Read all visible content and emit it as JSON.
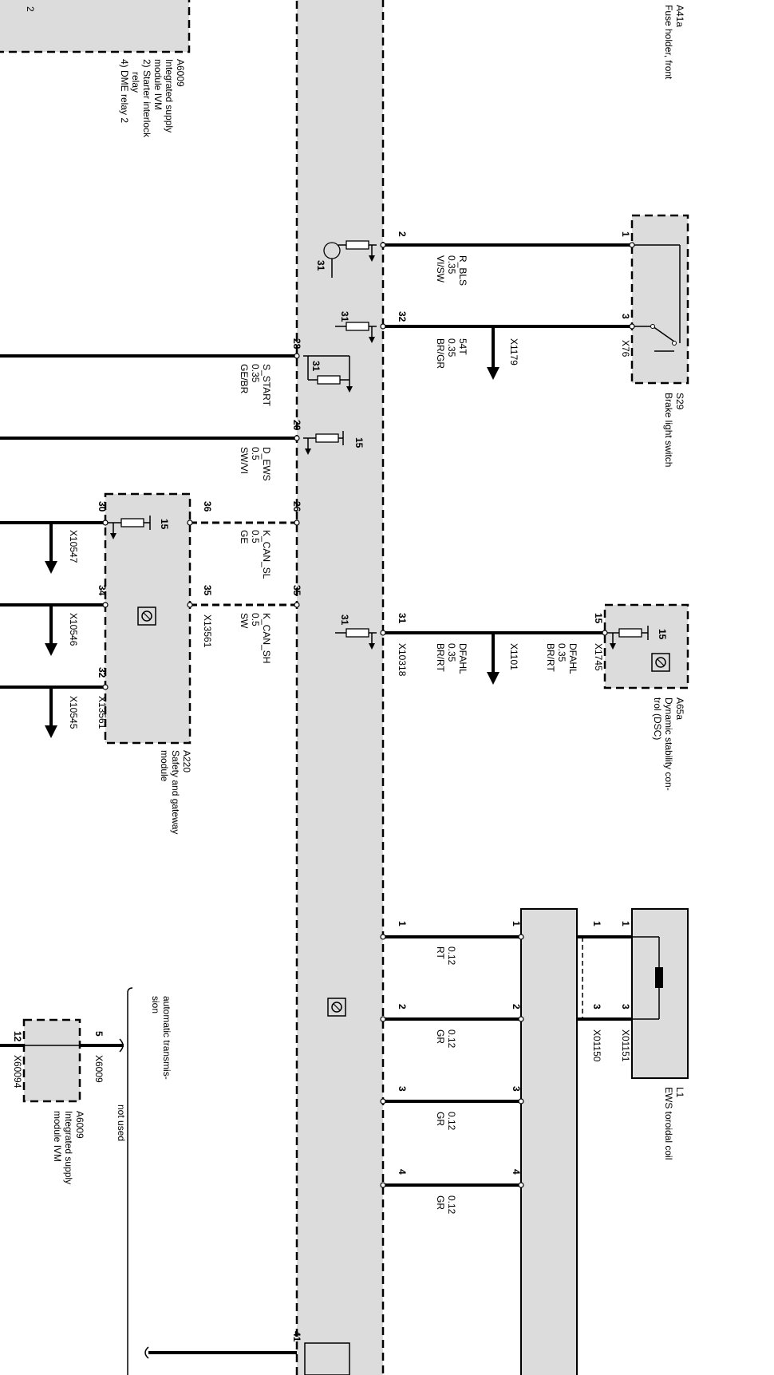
{
  "diagram": {
    "components": {
      "a41a": {
        "id": "A41a",
        "name": "Fuse holder, front"
      },
      "a6009_top": {
        "id": "A6009",
        "lines": [
          "Integrated supply",
          "module IVM",
          "2) Starter interlock",
          "relay",
          "4) DME relay 2"
        ],
        "marker": "2"
      },
      "s29": {
        "id": "S29",
        "name": "Brake light switch",
        "pin_top": "1",
        "pin_bottom": "3",
        "connector": "X76"
      },
      "a65a": {
        "id": "A65a",
        "lines": [
          "Dynamic stability con-",
          "trol (DSC)"
        ],
        "pin": "15",
        "connector": "X1745",
        "ref": "15"
      },
      "l1": {
        "id": "L1",
        "name": "EWS toroidal coil",
        "pin_a": "1",
        "pin_b": "3",
        "connector": "X01151"
      },
      "x01150": {
        "connector": "X01150",
        "pin_a": "1",
        "pin_b": "3"
      },
      "a220": {
        "id": "A220",
        "lines": [
          "Safety and gateway",
          "module"
        ],
        "pin_top": "36",
        "pin_bottom": "35",
        "connector": "X13561",
        "ref": "15"
      },
      "a6009_bottom": {
        "id": "A6009",
        "lines": [
          "Integrated supply",
          "module IVM"
        ],
        "pin_top": "5",
        "pin_bottom": "12",
        "connector_top": "X6009",
        "connector_bottom": "X60094"
      }
    },
    "central_pins": {
      "p2": "2",
      "p32": "32",
      "p31": "31",
      "p28": "28",
      "p20": "20",
      "p26": "26",
      "p35": "35",
      "p41": "41",
      "ref31a": "31",
      "ref31b": "31",
      "ref31c": "31",
      "ref31d": "31",
      "ref15": "15"
    },
    "right_wires": [
      {
        "signal": "R_BLS",
        "size": "0.35",
        "color": "VI/SW"
      },
      {
        "signal": "54T",
        "size": "0.35",
        "color": "BR/GR",
        "branch": "X1179"
      },
      {
        "signal": "DFAHL",
        "size": "0.35",
        "color": "BR/RT",
        "connector": "X10318",
        "branch": "X1101"
      },
      {
        "signal": "DFAHL",
        "size": "0.35",
        "color": "BR/RT"
      }
    ],
    "left_wires": [
      {
        "signal": "S_START",
        "size": "0.35",
        "color": "GE/BR"
      },
      {
        "signal": "D_EWS",
        "size": "0.5",
        "color": "SW/VI"
      },
      {
        "signal": "K_CAN_SL",
        "size": "0.5",
        "color": "GE"
      },
      {
        "signal": "K_CAN_SH",
        "size": "0.5",
        "color": "SW"
      }
    ],
    "left_outputs": [
      {
        "pin": "30",
        "branch": "X10547"
      },
      {
        "pin": "34",
        "branch": "X10546"
      },
      {
        "pin": "32",
        "branch": "X10545",
        "connector": "X13561"
      }
    ],
    "coil_wires": [
      {
        "pin": "1",
        "size": "0.12",
        "color": "RT"
      },
      {
        "pin": "2",
        "size": "0.12",
        "color": "GR"
      },
      {
        "pin": "3",
        "size": "0.12",
        "color": "GR"
      },
      {
        "pin": "4",
        "size": "0.12",
        "color": "GR"
      }
    ],
    "notes": {
      "automatic": [
        "automatic transmis-",
        "sion"
      ],
      "not_used": "not used"
    }
  }
}
